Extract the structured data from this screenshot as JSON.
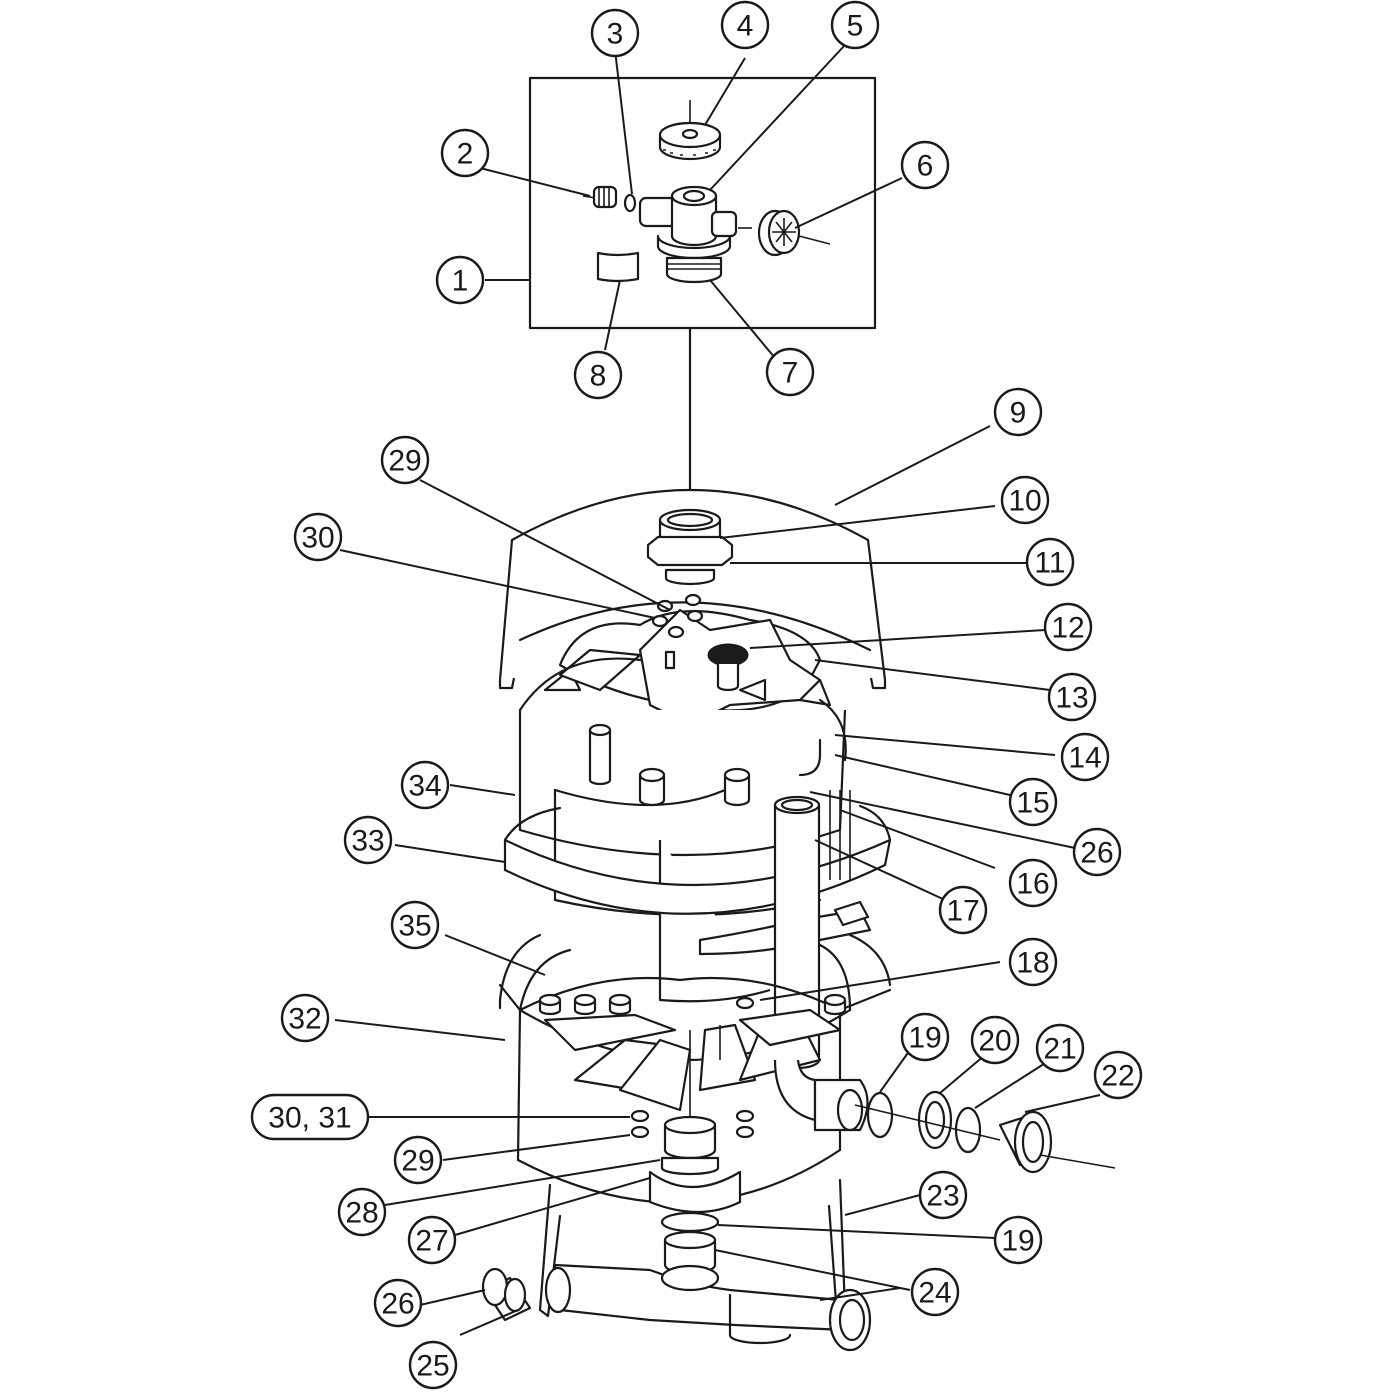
{
  "callouts": [
    {
      "id": "1",
      "label": "1"
    },
    {
      "id": "2",
      "label": "2"
    },
    {
      "id": "3",
      "label": "3"
    },
    {
      "id": "4",
      "label": "4"
    },
    {
      "id": "5",
      "label": "5"
    },
    {
      "id": "6",
      "label": "6"
    },
    {
      "id": "7",
      "label": "7"
    },
    {
      "id": "8",
      "label": "8"
    },
    {
      "id": "9",
      "label": "9"
    },
    {
      "id": "10",
      "label": "10"
    },
    {
      "id": "11",
      "label": "11"
    },
    {
      "id": "12",
      "label": "12"
    },
    {
      "id": "13",
      "label": "13"
    },
    {
      "id": "14",
      "label": "14"
    },
    {
      "id": "15",
      "label": "15"
    },
    {
      "id": "26a",
      "label": "26"
    },
    {
      "id": "16",
      "label": "16"
    },
    {
      "id": "17",
      "label": "17"
    },
    {
      "id": "29a",
      "label": "29"
    },
    {
      "id": "30a",
      "label": "30"
    },
    {
      "id": "34",
      "label": "34"
    },
    {
      "id": "33",
      "label": "33"
    },
    {
      "id": "35",
      "label": "35"
    },
    {
      "id": "18",
      "label": "18"
    },
    {
      "id": "32",
      "label": "32"
    },
    {
      "id": "19a",
      "label": "19"
    },
    {
      "id": "20",
      "label": "20"
    },
    {
      "id": "21",
      "label": "21"
    },
    {
      "id": "22",
      "label": "22"
    },
    {
      "id": "30-31",
      "label": "30, 31"
    },
    {
      "id": "29b",
      "label": "29"
    },
    {
      "id": "28",
      "label": "28"
    },
    {
      "id": "27",
      "label": "27"
    },
    {
      "id": "23",
      "label": "23"
    },
    {
      "id": "19b",
      "label": "19"
    },
    {
      "id": "24",
      "label": "24"
    },
    {
      "id": "26b",
      "label": "26"
    },
    {
      "id": "25",
      "label": "25"
    }
  ]
}
